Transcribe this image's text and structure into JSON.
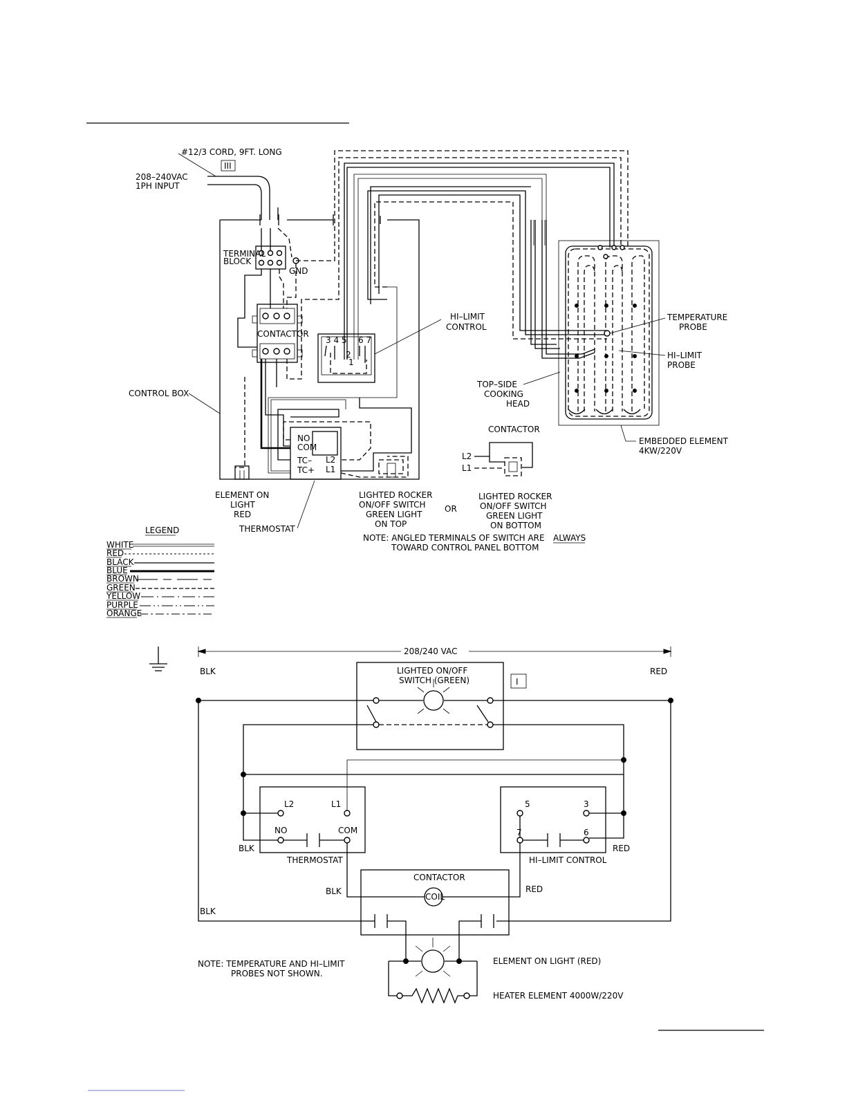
{
  "pictorial": {
    "cord_label": "#12/3 CORD, 9FT. LONG",
    "roman_marker": "III",
    "input_voltage": "208–240VAC",
    "input_phase": "1PH INPUT",
    "terminal_block_1": "TERMINAL",
    "terminal_block_2": "BLOCK",
    "gnd": "GND",
    "contactor": "CONTACTOR",
    "control_box": "CONTROL BOX",
    "hi_limit_1": "HI–LIMIT",
    "hi_limit_2": "CONTROL",
    "hl_terms_a": "3 4 5",
    "hl_terms_b": "6 7",
    "hl_terms_c": "2",
    "hl_terms_d": "1",
    "temp_probe_1": "TEMPERATURE",
    "temp_probe_2": "PROBE",
    "hl_probe_1": "HI–LIMIT",
    "hl_probe_2": "PROBE",
    "cooking_head_1": "TOP–SIDE",
    "cooking_head_2": "COOKING",
    "cooking_head_3": "HEAD",
    "embedded_1": "EMBEDDED ELEMENT",
    "embedded_2": "4KW/220V",
    "contactor_alt": "CONTACTOR",
    "l2": "L2",
    "l1": "L1",
    "t_no": "NO",
    "t_com": "COM",
    "t_tcm": "TC–",
    "t_tcp": "TC+",
    "t_l2": "L2",
    "t_l1": "L1",
    "element_light_1": "ELEMENT  ON",
    "element_light_2": "LIGHT",
    "element_light_3": "RED",
    "thermostat": "THERMOSTAT",
    "rocker_top_1": "LIGHTED ROCKER",
    "rocker_top_2": "ON/OFF SWITCH",
    "rocker_top_3": "GREEN LIGHT",
    "rocker_top_4": "ON TOP",
    "or_label": "OR",
    "rocker_bot_1": "LIGHTED ROCKER",
    "rocker_bot_2": "ON/OFF SWITCH",
    "rocker_bot_3": "GREEN LIGHT",
    "rocker_bot_4": "ON BOTTOM",
    "note_1": "NOTE:  ANGLED TERMINALS OF SWITCH ARE",
    "note_always": "ALWAYS",
    "note_2": "TOWARD CONTROL PANEL BOTTOM"
  },
  "legend": {
    "title": "LEGEND",
    "items": [
      "WHITE",
      "RED",
      "BLACK",
      "BLUE",
      "BROWN",
      "GREEN",
      "YELLOW",
      "PURPLE",
      "ORANGE"
    ]
  },
  "schematic": {
    "supply": "208/240 VAC",
    "blk_top": "BLK",
    "red_top": "RED",
    "switch_1": "LIGHTED ON/OFF",
    "switch_2": "SWITCH (GREEN)",
    "roman_marker": "I",
    "th_l2": "L2",
    "th_l1": "L1",
    "th_no": "NO",
    "th_com": "COM",
    "th_blk": "BLK",
    "thermostat": "THERMOSTAT",
    "hl_5": "5",
    "hl_3": "3",
    "hl_7": "7",
    "hl_6": "6",
    "hl_red": "RED",
    "hi_limit": "HI–LIMIT  CONTROL",
    "contactor": "CONTACTOR",
    "coil": "COIL",
    "c_blk": "BLK",
    "c_red": "RED",
    "blk_bottom": "BLK",
    "note_1": "NOTE:   TEMPERATURE AND HI–LIMIT",
    "note_2": "PROBES NOT SHOWN.",
    "element_light": "ELEMENT ON LIGHT (RED)",
    "heater": "HEATER ELEMENT 4000W/220V"
  }
}
